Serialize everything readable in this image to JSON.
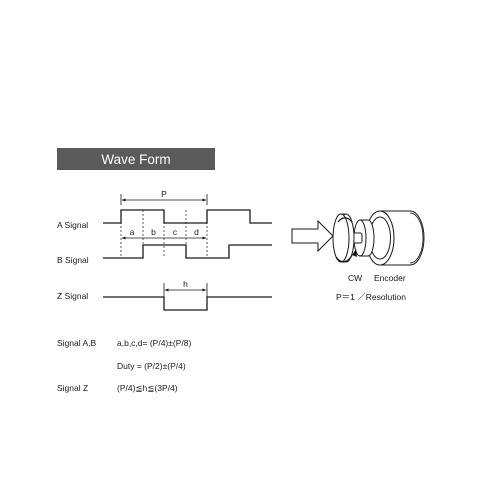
{
  "header": {
    "title": "Wave Form",
    "bg_color": "#5a5a5a",
    "text_color": "#ffffff"
  },
  "signals": {
    "a": "A Signal",
    "b": "B Signal",
    "z": "Z Signal"
  },
  "timing_labels": {
    "p": "P",
    "a": "a",
    "b": "b",
    "c": "c",
    "d": "d",
    "h": "h"
  },
  "encoder": {
    "cw": "CW",
    "label": "Encoder",
    "resolution": "P＝1 ／Resolution"
  },
  "formulas": {
    "ab_label": "Signal A,B",
    "ab_1": "a,b,c,d= (P/4)±(P/8)",
    "ab_2": "Duty = (P/2)±(P/4)",
    "z_label": "Signal Z",
    "z_1": "(P/4)≦h≦(3P/4)"
  }
}
